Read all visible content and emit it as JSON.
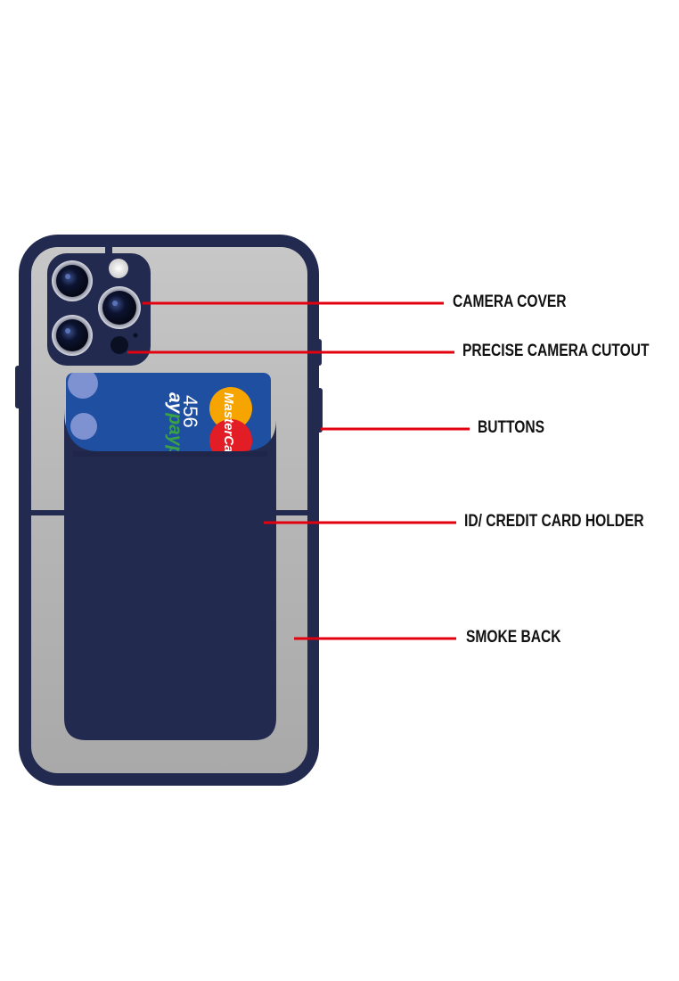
{
  "colors": {
    "case_navy": "#222a4f",
    "case_edge": "#1b2244",
    "smoke_back": "#b4b4b4",
    "callout_line": "#e3000f",
    "label_text": "#111111",
    "card_blue": "#1f4fa0",
    "paypass_green": "#3aa245",
    "mc_yellow": "#f6a400",
    "mc_red": "#e21d25"
  },
  "card": {
    "brand": "MasterCard",
    "paypass": "paypass",
    "paypass_prefix": "ay",
    "digits": "456"
  },
  "callouts": [
    {
      "label": "CAMERA COVER"
    },
    {
      "label": "PRECISE CAMERA CUTOUT"
    },
    {
      "label": "BUTTONS"
    },
    {
      "label": "ID/ CREDIT CARD HOLDER"
    },
    {
      "label": "SMOKE BACK"
    }
  ]
}
